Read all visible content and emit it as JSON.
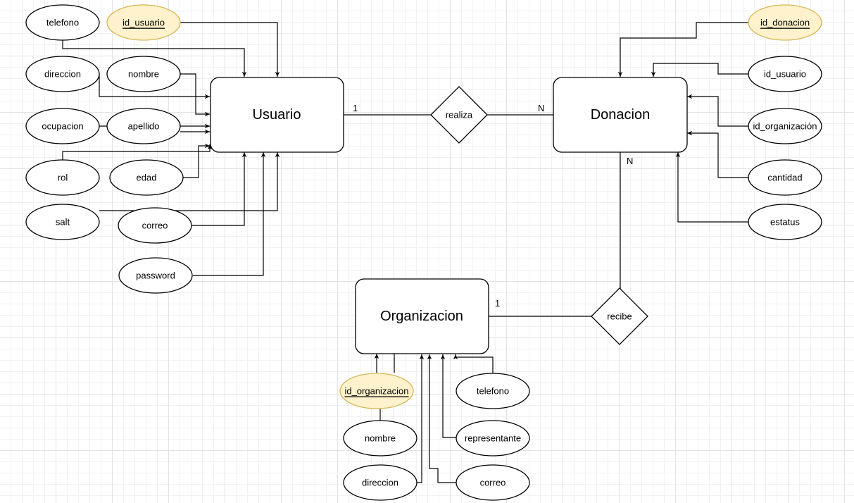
{
  "entities": {
    "usuario": "Usuario",
    "donacion": "Donacion",
    "organizacion": "Organizacion"
  },
  "relationships": {
    "realiza": "realiza",
    "recibe": "recibe"
  },
  "cardinality": {
    "realiza_usuario": "1",
    "realiza_donacion": "N",
    "recibe_donacion": "N",
    "recibe_organizacion": "1"
  },
  "attributes": {
    "usuario": {
      "telefono": "telefono",
      "id_usuario": "id_usuario",
      "direccion": "direccion",
      "nombre": "nombre",
      "ocupacion": "ocupacion",
      "apellido": "apellido",
      "rol": "rol",
      "edad": "edad",
      "salt": "salt",
      "correo": "correo",
      "password": "password"
    },
    "donacion": {
      "id_donacion": "id_donacion",
      "id_usuario": "id_usuario",
      "id_organizacion": "id_organización",
      "cantidad": "cantidad",
      "estatus": "estatus"
    },
    "organizacion": {
      "id_organizacion": "id_organizacion",
      "telefono": "telefono",
      "nombre": "nombre",
      "representante": "representante",
      "direccion": "direccion",
      "correo": "correo"
    }
  },
  "colors": {
    "key_fill": "#fff2cc",
    "key_stroke": "#d6b656",
    "line": "#000000"
  }
}
